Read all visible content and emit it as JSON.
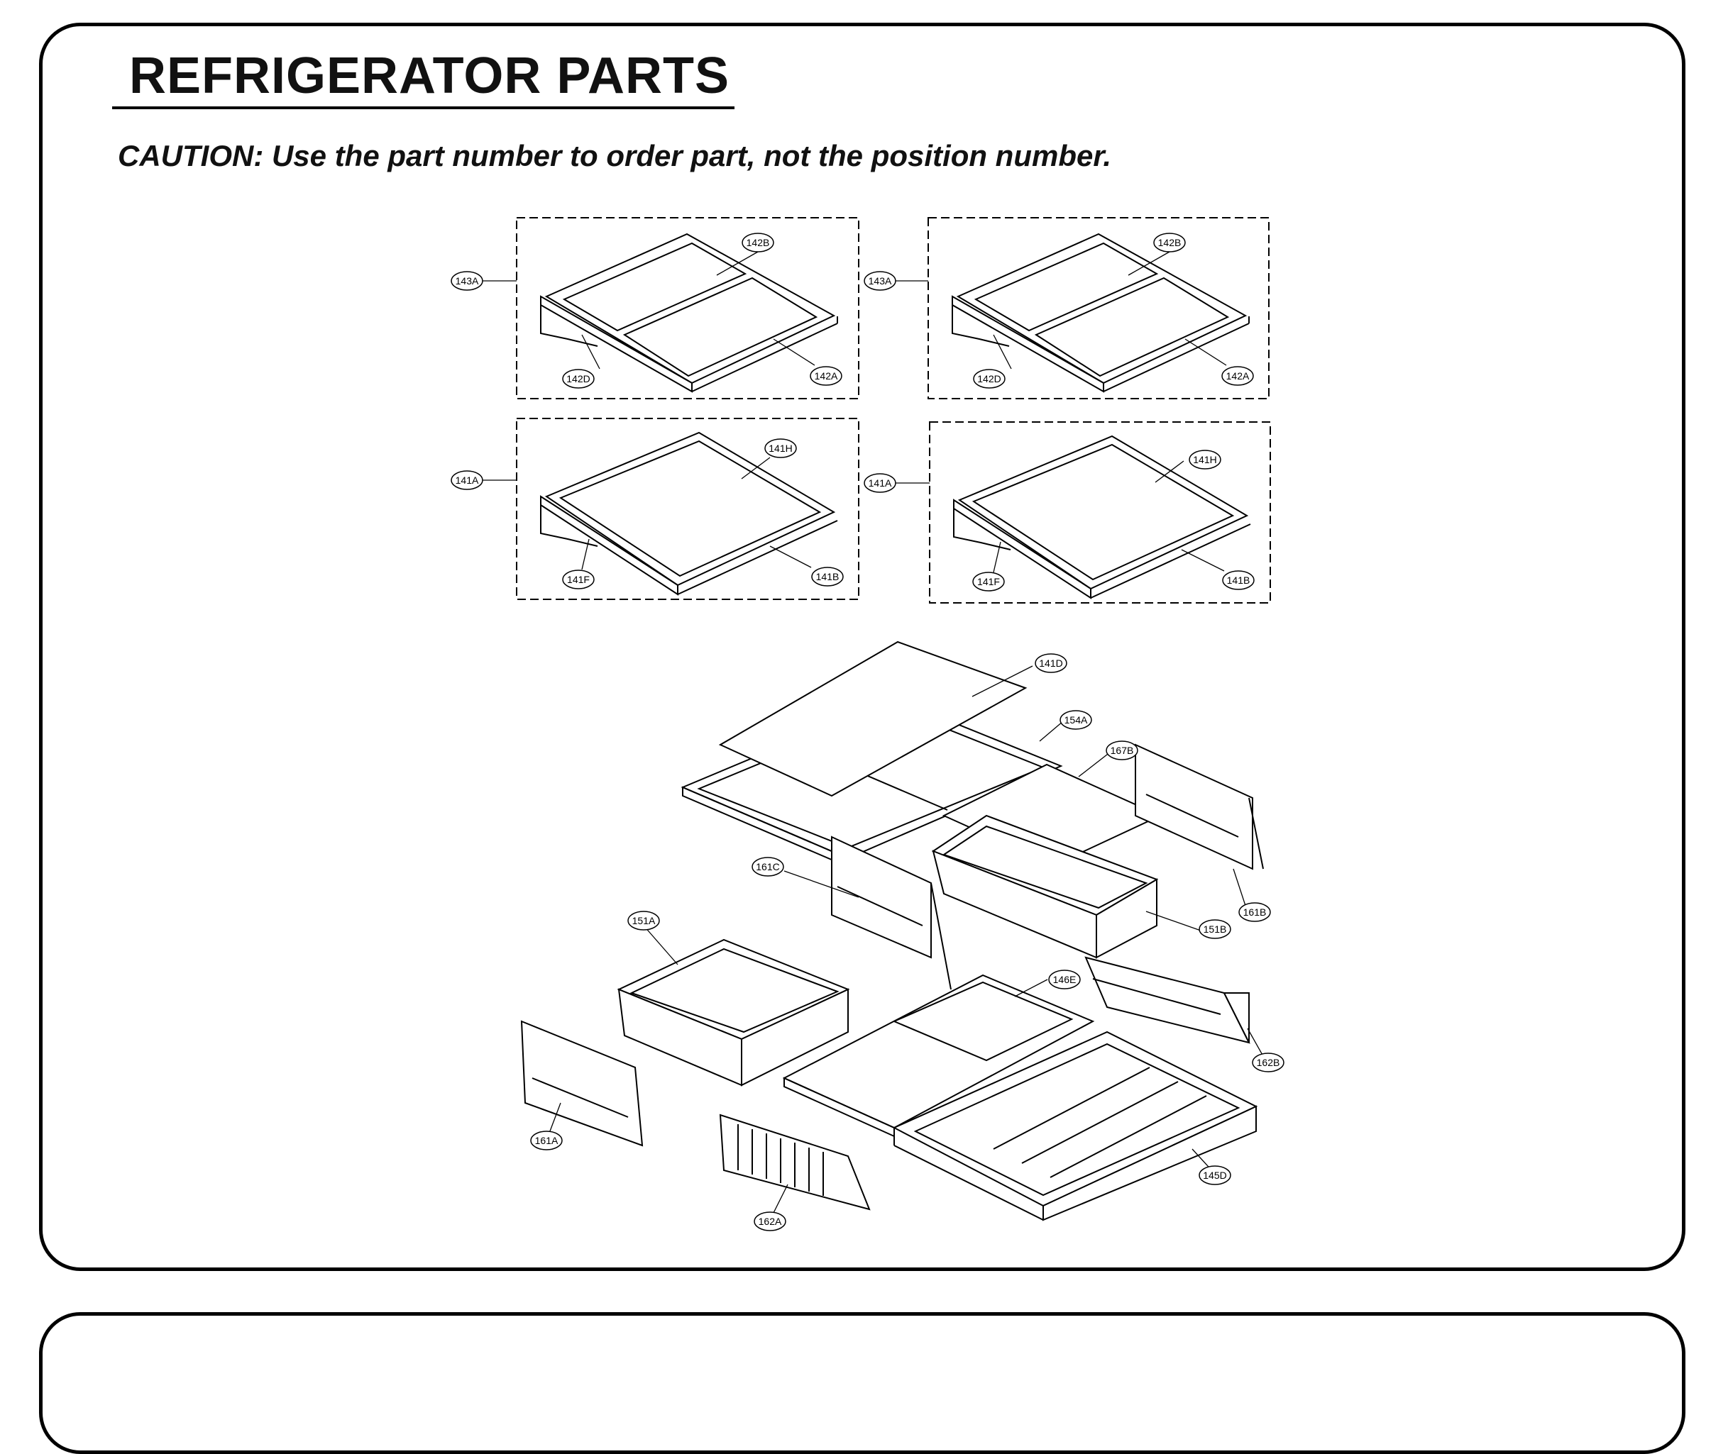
{
  "title": "REFRIGERATOR PARTS",
  "caution": "CAUTION: Use the part number to order part, not the position number.",
  "labels": {
    "a143_1": "143A",
    "b142_1": "142B",
    "d142_1": "142D",
    "a142_1": "142A",
    "a143_2": "143A",
    "b142_2": "142B",
    "d142_2": "142D",
    "a142_2": "142A",
    "a141_1": "141A",
    "h141_1": "141H",
    "f141_1": "141F",
    "b141_1": "141B",
    "a141_2": "141A",
    "h141_2": "141H",
    "f141_2": "141F",
    "b141_2": "141B",
    "d141": "141D",
    "a154": "154A",
    "b167": "167B",
    "c161": "161C",
    "b161": "161B",
    "a151": "151A",
    "b151": "151B",
    "e146": "146E",
    "b162": "162B",
    "a161": "161A",
    "a162": "162A",
    "d145": "145D"
  }
}
